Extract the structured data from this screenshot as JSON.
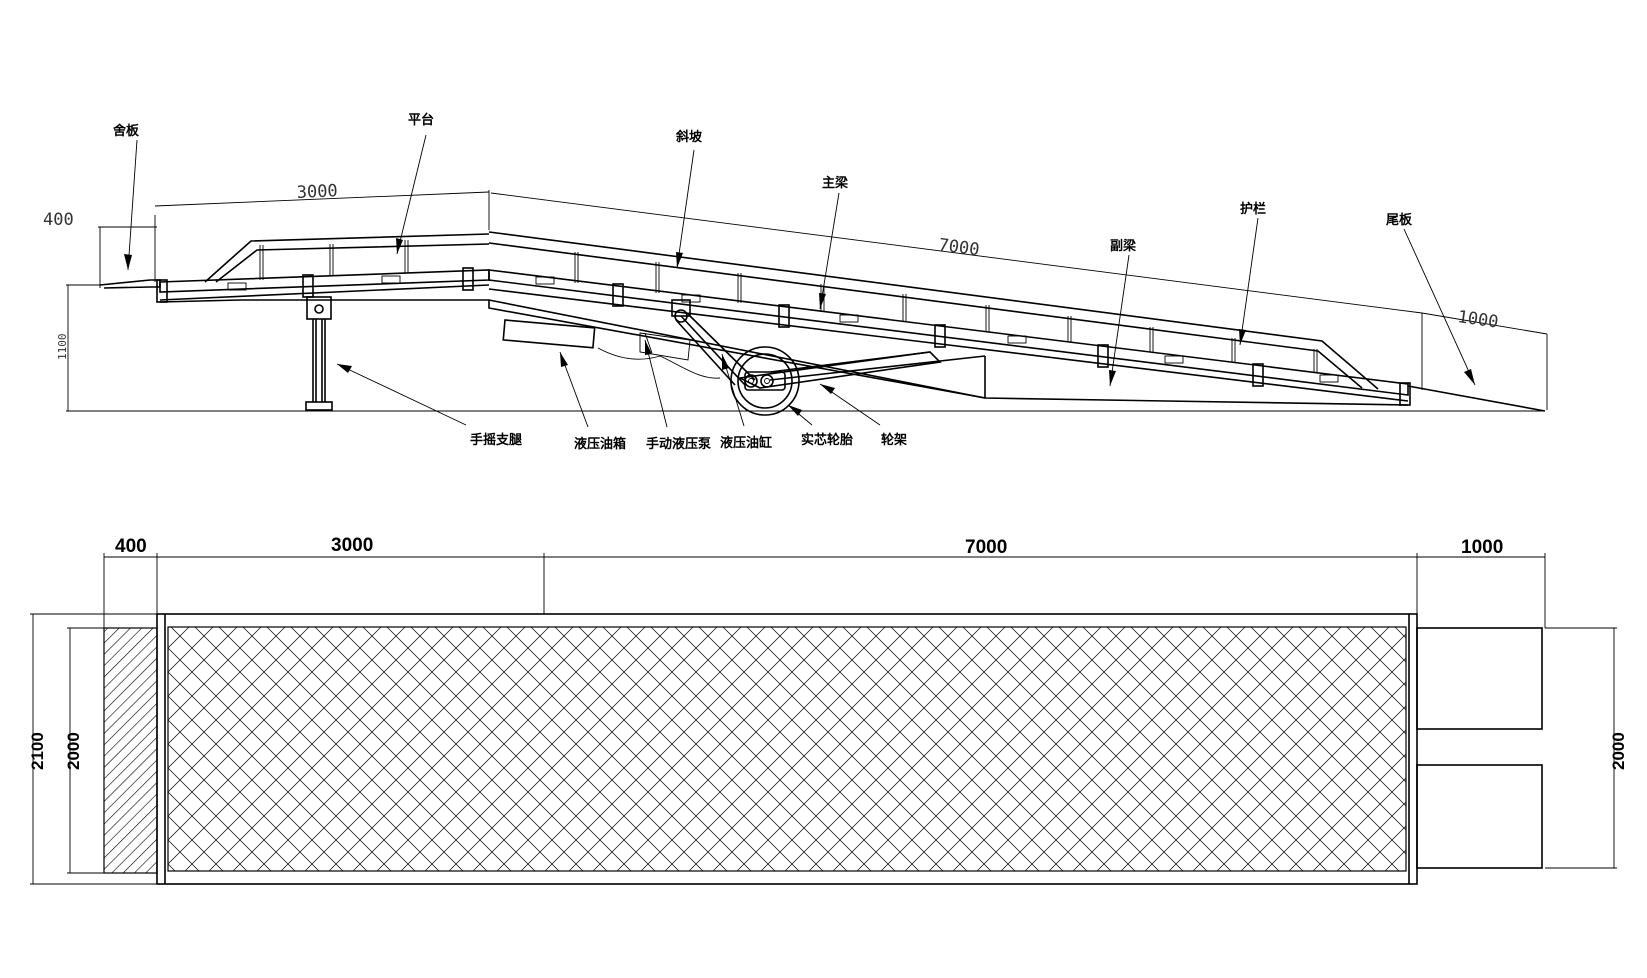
{
  "side_view": {
    "labels": {
      "hatch_plate": "舍板",
      "platform": "平台",
      "ramp": "斜坡",
      "main_beam": "主梁",
      "guardrail": "护栏",
      "sub_beam": "副梁",
      "tail_plate": "尾板",
      "hand_leg": "手摇支腿",
      "oil_tank": "液压油箱",
      "hand_pump": "手动液压泵",
      "oil_cylinder": "液压油缸",
      "solid_tire": "实芯轮胎",
      "wheel_frame": "轮架"
    },
    "dimensions": {
      "hatch_len": "400",
      "platform_len": "3000",
      "ramp_len": "7000",
      "tail_len": "1000",
      "height": "1100"
    }
  },
  "plan_view": {
    "dimensions": {
      "hatch_len": "400",
      "platform_len": "3000",
      "ramp_len": "7000",
      "tail_len": "1000",
      "outer_width": "2100",
      "inner_width": "2000",
      "tail_width": "2000"
    }
  }
}
